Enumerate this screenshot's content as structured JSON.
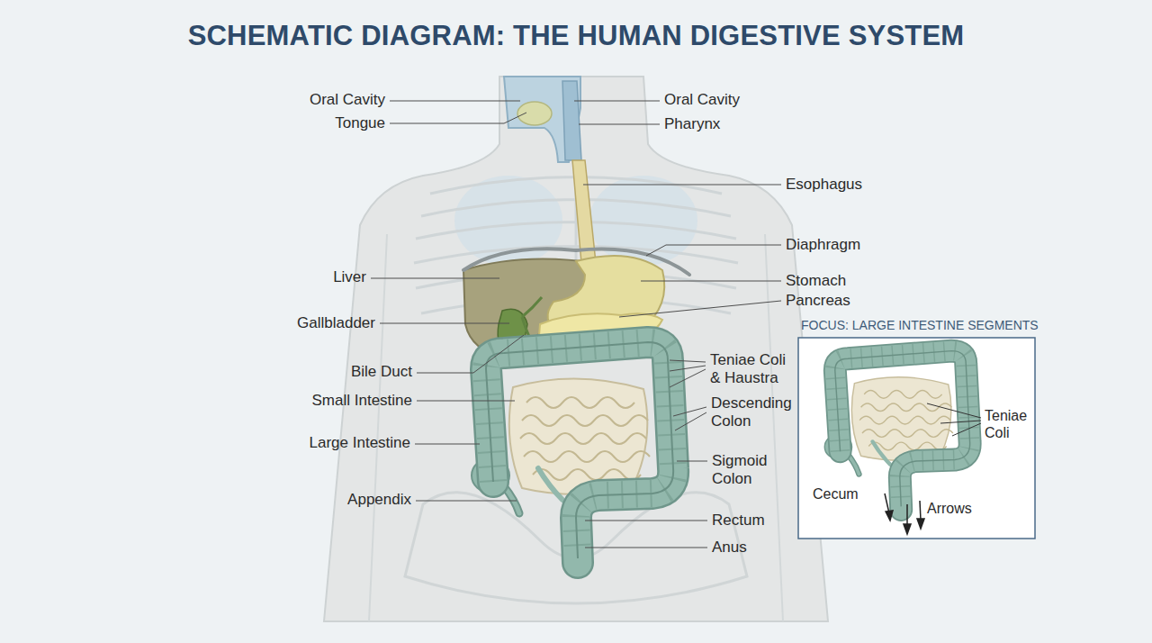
{
  "diagram": {
    "title": "SCHEMATIC DIAGRAM: THE HUMAN DIGESTIVE SYSTEM",
    "nodes": [
      {
        "text": [
          "FOCUS: LARGE INTESTINE SEGMENTS",
          "Teniae Coli",
          "Cecum",
          "Arrows"
        ]
      }
    ],
    "labels": [
      "Oral Cavity",
      "Tongue",
      "Oral Cavity",
      "Pharynx",
      "Esophagus",
      "Diaphragm",
      "Liver",
      "Stomach",
      "Pancreas",
      "Gallbladder",
      "Bile Duct",
      "Teniae Coli & Haustra",
      "Small Intestine",
      "Descending Colon",
      "Large Intestine",
      "Sigmoid Colon",
      "Appendix",
      "Rectum",
      "Anus"
    ]
  }
}
